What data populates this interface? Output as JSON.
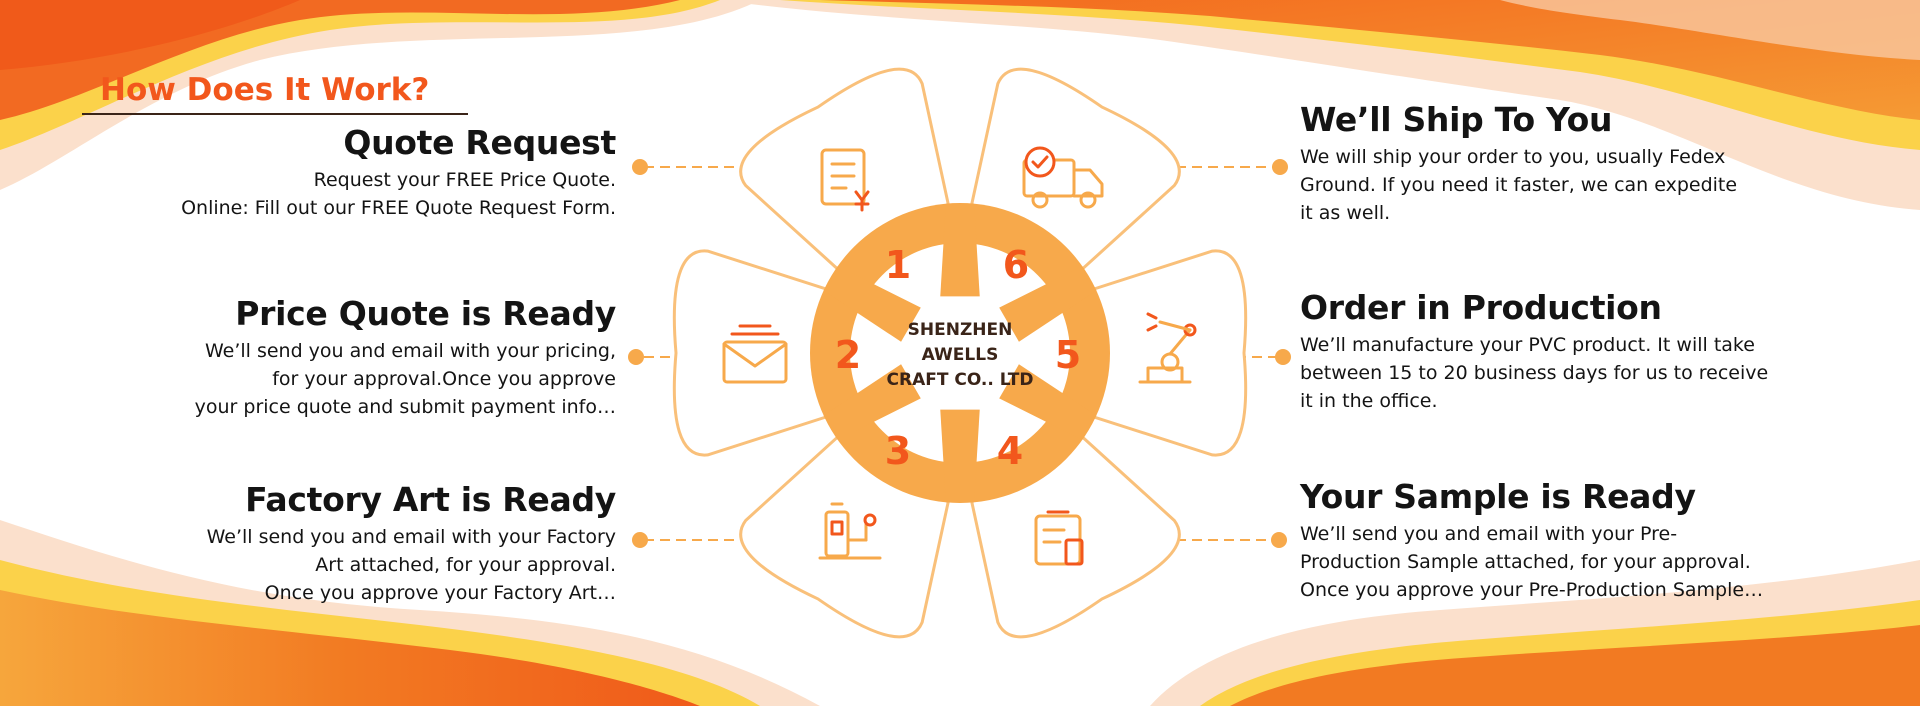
{
  "heading": "How Does It Work?",
  "center": {
    "lines": [
      "SHENZHEN",
      "AWELLS",
      "CRAFT CO.. LTD"
    ]
  },
  "colors": {
    "accent": "#f2571c",
    "ring": "#f7a94b",
    "petal_stroke": "#f9c07a",
    "text": "#141414"
  },
  "steps": [
    {
      "number": "1",
      "title": "Quote Request",
      "icon": "quote-document-icon",
      "lines": [
        "Request your FREE Price Quote.",
        "Online: Fill out our FREE Quote Request Form."
      ]
    },
    {
      "number": "2",
      "title": "Price Quote is Ready",
      "icon": "envelope-icon",
      "lines": [
        "We’ll send you and email with your pricing,",
        "for your approval.Once you approve",
        "your price quote and submit payment info…"
      ]
    },
    {
      "number": "3",
      "title": "Factory Art is Ready",
      "icon": "art-tools-icon",
      "lines": [
        "We’ll send you and email with your Factory",
        "Art attached, for your approval.",
        "Once you approve your Factory Art…"
      ]
    },
    {
      "number": "4",
      "title": "Your Sample is Ready",
      "icon": "sample-clipboard-icon",
      "lines": [
        "We’ll send you and email with your Pre-",
        "Production Sample attached, for your approval.",
        "Once you approve your Pre-Production Sample…"
      ]
    },
    {
      "number": "5",
      "title": "Order in Production",
      "icon": "robot-arm-icon",
      "lines": [
        "We’ll manufacture your PVC product. It will take",
        "between 15 to 20 business days for us to receive",
        "it in the office."
      ]
    },
    {
      "number": "6",
      "title": "We’ll Ship To You",
      "icon": "delivery-truck-icon",
      "lines": [
        "We will ship your order to you, usually Fedex",
        "Ground. If you need it faster, we can expedite",
        "it as well."
      ]
    }
  ]
}
